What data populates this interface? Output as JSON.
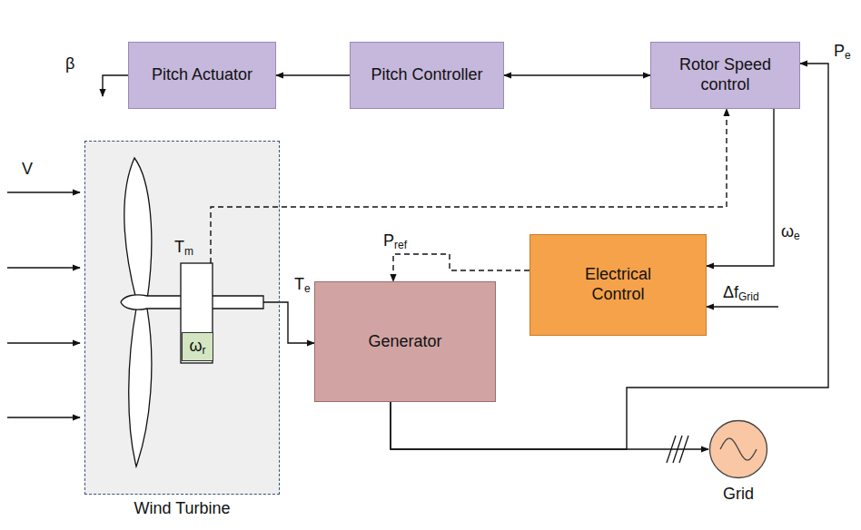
{
  "diagram": {
    "nodes": [
      {
        "text": [
          "Pitch Actuator"
        ]
      },
      {
        "text": [
          "Pitch Controller"
        ]
      },
      {
        "text": [
          "Rotor Speed control"
        ]
      },
      {
        "text": [
          "Wind Turbine"
        ]
      },
      {
        "text": [
          "ωr"
        ],
        "in": 3
      },
      {
        "text": [
          "Generator"
        ]
      },
      {
        "text": [
          "Electrical Control"
        ]
      },
      {
        "text": [
          "Grid"
        ]
      }
    ],
    "edges": [
      {
        "from": 1,
        "to": 0,
        "arrow": "to"
      },
      {
        "from": 1,
        "to": 2,
        "arrow": "both"
      },
      {
        "from": 3,
        "to": 2,
        "arrow": "to"
      },
      {
        "from": 2,
        "to": 6,
        "label": "ωe",
        "arrow": "to"
      },
      {
        "from": 6,
        "to": 5,
        "label": "Pref",
        "arrow": "to"
      },
      {
        "from": 3,
        "to": 5,
        "label": "Te",
        "arrow": "to"
      },
      {
        "from": 5,
        "to": 7,
        "arrow": "to"
      },
      {
        "from": 5,
        "to": 2,
        "label": "Pe",
        "arrow": "to"
      }
    ],
    "labels": [
      "β",
      "V",
      "Tm",
      "ΔfGrid"
    ]
  }
}
